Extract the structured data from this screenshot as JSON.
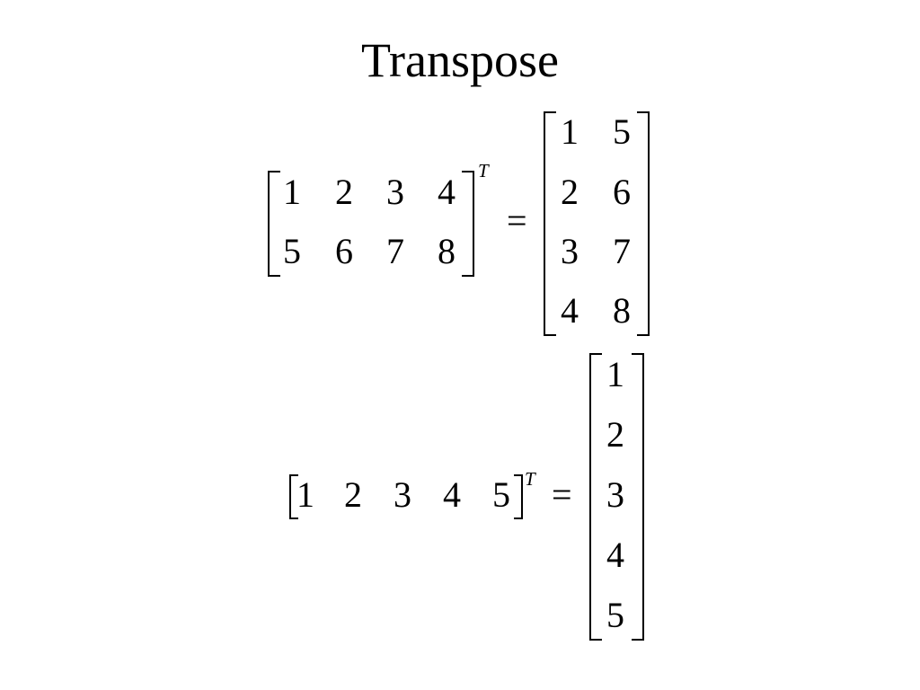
{
  "slide": {
    "title": "Transpose",
    "transpose_symbol": "T",
    "equals_sign": "=",
    "example1": {
      "input_matrix": [
        [
          "1",
          "2",
          "3",
          "4"
        ],
        [
          "5",
          "6",
          "7",
          "8"
        ]
      ],
      "result_matrix": [
        [
          "1",
          "5"
        ],
        [
          "2",
          "6"
        ],
        [
          "3",
          "7"
        ],
        [
          "4",
          "8"
        ]
      ]
    },
    "example2": {
      "input_row": [
        "1",
        "2",
        "3",
        "4",
        "5"
      ],
      "result_column": [
        "1",
        "2",
        "3",
        "4",
        "5"
      ]
    }
  }
}
